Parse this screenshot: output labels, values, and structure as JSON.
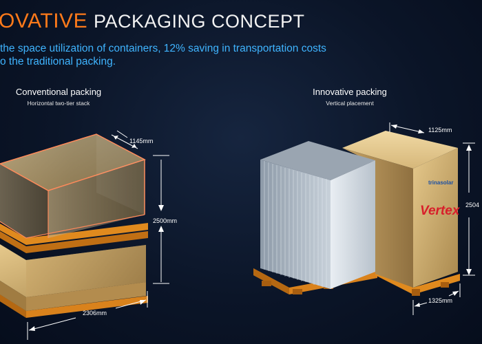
{
  "header": {
    "title_accent": "OVATIVE",
    "title_rest": "PACKAGING CONCEPT",
    "subtitle_line1": "the space utilization of containers, 12% saving in transportation costs",
    "subtitle_line2": "o the traditional packing."
  },
  "conventional": {
    "title": "Conventional packing",
    "subtitle": "Horizontal two-tier stack",
    "dim_depth": "1145mm",
    "dim_height": "2500mm",
    "dim_width": "2306mm"
  },
  "innovative": {
    "title": "Innovative packing",
    "subtitle": "Vertical placement",
    "dim_depth": "1125mm",
    "dim_height": "2504",
    "dim_width": "1325mm",
    "box_logo_small": "trinasolar",
    "box_brand": "Vertex"
  },
  "colors": {
    "accent": "#ff7a1a",
    "subtitle_blue": "#3fb4ff",
    "box_tan": "#caa96a",
    "pallet_orange": "#e08a1e"
  }
}
